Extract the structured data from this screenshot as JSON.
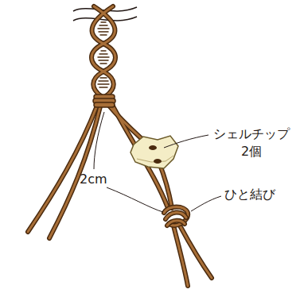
{
  "diagram": {
    "labels": [
      "シェルチップ 2個",
      "2cm",
      "ひと結び"
    ]
  }
}
